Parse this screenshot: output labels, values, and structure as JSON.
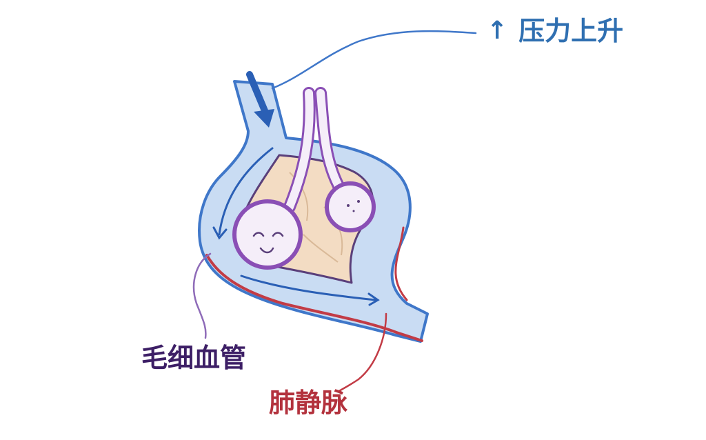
{
  "labels": {
    "pressure": {
      "arrow": "↑",
      "text": "压力上升",
      "color": "#2f6fb1"
    },
    "capillary": {
      "text": "毛细血管",
      "color": "#3d1f66"
    },
    "pulmonary_vein": {
      "text": "肺静脉",
      "color": "#b3323d"
    }
  },
  "colors": {
    "vessel_fill": "#c9dcf3",
    "vessel_outline": "#3f77c9",
    "vessel_outline_lower": "#c23b45",
    "interstitium_fill": "#f3dcc3",
    "alveolus_fill": "#f5eef9",
    "alveolus_outline": "#8a4fb5",
    "flow_arrow": "#2a5fb5",
    "leader_pressure": "#3f77c9",
    "leader_capillary": "#8e6bb8",
    "leader_vein": "#c23b45"
  }
}
